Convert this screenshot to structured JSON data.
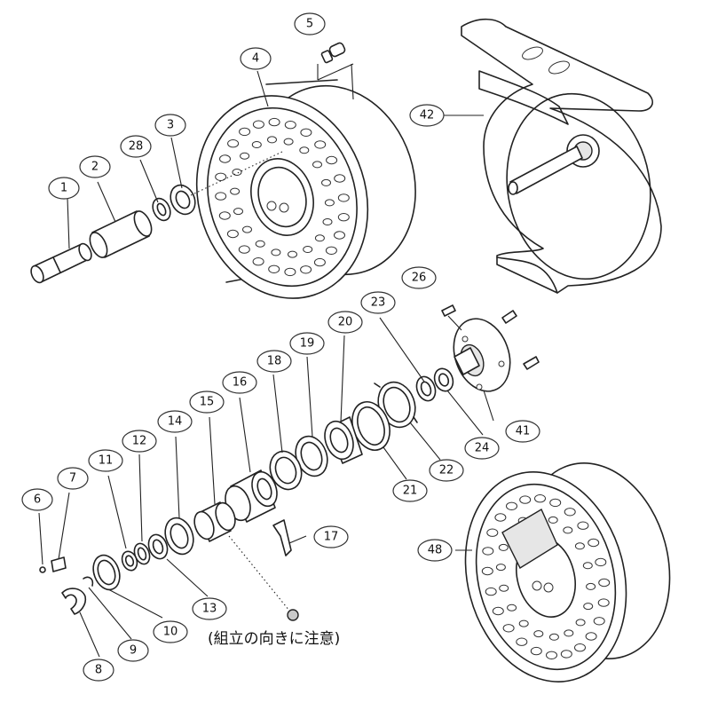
{
  "parts": [
    {
      "id": "part-1",
      "label": "1"
    },
    {
      "id": "part-2",
      "label": "2"
    },
    {
      "id": "part-28",
      "label": "28"
    },
    {
      "id": "part-3",
      "label": "3"
    },
    {
      "id": "part-4",
      "label": "4"
    },
    {
      "id": "part-5",
      "label": "5"
    },
    {
      "id": "part-42",
      "label": "42"
    },
    {
      "id": "part-26",
      "label": "26"
    },
    {
      "id": "part-23",
      "label": "23"
    },
    {
      "id": "part-20",
      "label": "20"
    },
    {
      "id": "part-19",
      "label": "19"
    },
    {
      "id": "part-18",
      "label": "18"
    },
    {
      "id": "part-16",
      "label": "16"
    },
    {
      "id": "part-15",
      "label": "15"
    },
    {
      "id": "part-14",
      "label": "14"
    },
    {
      "id": "part-12",
      "label": "12"
    },
    {
      "id": "part-11",
      "label": "11"
    },
    {
      "id": "part-7",
      "label": "7"
    },
    {
      "id": "part-6",
      "label": "6"
    },
    {
      "id": "part-41",
      "label": "41"
    },
    {
      "id": "part-24",
      "label": "24"
    },
    {
      "id": "part-22",
      "label": "22"
    },
    {
      "id": "part-21",
      "label": "21"
    },
    {
      "id": "part-17",
      "label": "17"
    },
    {
      "id": "part-48",
      "label": "48"
    },
    {
      "id": "part-13",
      "label": "13"
    },
    {
      "id": "part-10",
      "label": "10"
    },
    {
      "id": "part-9",
      "label": "9"
    },
    {
      "id": "part-8",
      "label": "8"
    }
  ],
  "note": "(組立の向きに注意)"
}
